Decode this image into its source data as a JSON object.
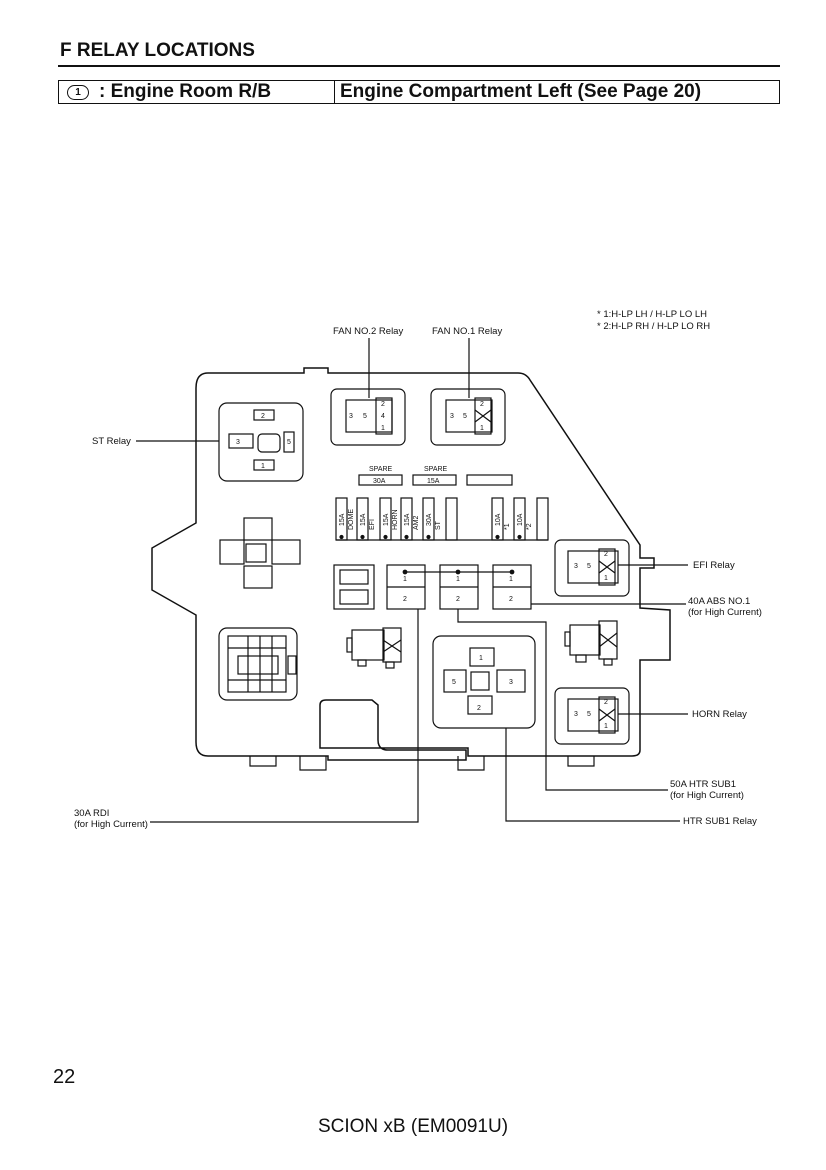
{
  "header": {
    "section_title": "F  RELAY LOCATIONS",
    "locator_number": "1",
    "location_name": ": Engine Room R/B",
    "location_desc": "Engine Compartment Left (See Page 20)"
  },
  "notes": {
    "note1": "* 1:H-LP LH / H-LP LO LH",
    "note2": "* 2:H-LP RH / H-LP LO RH"
  },
  "labels": {
    "fan2": "FAN NO.2 Relay",
    "fan1": "FAN NO.1 Relay",
    "st": "ST Relay",
    "efi": "EFI Relay",
    "abs_1": "40A ABS NO.1",
    "abs_2": "(for High Current)",
    "horn": "HORN Relay",
    "htr_1": "50A HTR SUB1",
    "htr_2": "(for High Current)",
    "rdi_1": "30A RDI",
    "rdi_2": "(for High Current)",
    "htr_relay": "HTR SUB1 Relay"
  },
  "fuses": {
    "spare_label": "SPARE",
    "spare1": "30A",
    "spare2": "15A",
    "names": [
      "DOME",
      "EFI",
      "HORN",
      "AM2",
      "ST",
      "*1",
      "*2"
    ],
    "ratings": [
      "15A",
      "15A",
      "15A",
      "15A",
      "30A",
      "10A",
      "10A"
    ]
  },
  "pins": {
    "p1": "1",
    "p2": "2",
    "p3": "3",
    "p4": "4",
    "p5": "5"
  },
  "footer": {
    "page_number": "22",
    "doc_title": "SCION xB (EM0091U)"
  }
}
